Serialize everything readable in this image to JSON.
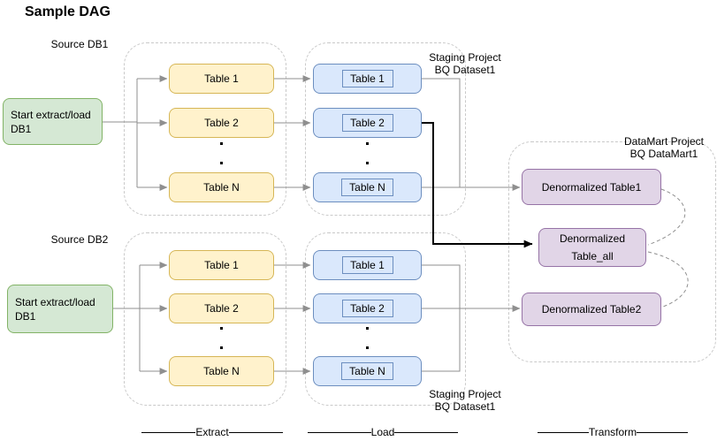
{
  "title": "Sample DAG",
  "colors": {
    "start_node_fill": "#d5e8d4",
    "start_node_border": "#82b366",
    "extract_node_fill": "#fff2cc",
    "extract_node_border": "#d6b656",
    "load_node_fill": "#dae8fc",
    "load_node_border": "#6c8ebf",
    "transform_node_fill": "#e1d5e7",
    "transform_node_border": "#9673a6",
    "connector": "#8f8f8f",
    "emphasis_connector": "#000000",
    "container_border": "#c9c9c9"
  },
  "pipelines": [
    {
      "source_label": "Source DB1",
      "start_label": "Start extract/load DB1",
      "extract_tables": [
        "Table 1",
        "Table 2",
        "Table N"
      ],
      "load_tables": [
        "Table 1",
        "Table 2",
        "Table N"
      ],
      "staging_line1": "Staging Project",
      "staging_line2": "BQ Dataset1"
    },
    {
      "source_label": "Source DB2",
      "start_label": "Start extract/load DB1",
      "extract_tables": [
        "Table 1",
        "Table 2",
        "Table N"
      ],
      "load_tables": [
        "Table 1",
        "Table 2",
        "Table N"
      ],
      "staging_line1": "Staging Project",
      "staging_line2": "BQ Dataset1"
    }
  ],
  "datamart": {
    "label_line1": "DataMart Project",
    "label_line2": "BQ DataMart1",
    "table1": "Denormalized Table1",
    "table_all_line1": "Denormalized",
    "table_all_line2": "Table_all",
    "table2": "Denormalized Table2"
  },
  "stage_labels": {
    "extract": "Extract",
    "load": "Load",
    "transform": "Transform"
  }
}
